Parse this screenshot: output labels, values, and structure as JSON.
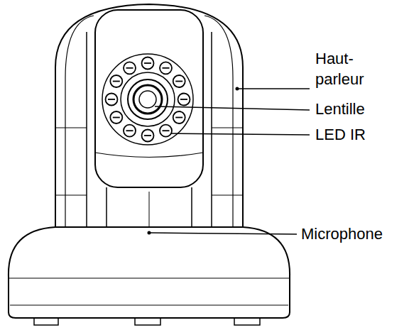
{
  "diagram": {
    "labels": [
      "Haut- parleur",
      "Lentille",
      "LED IR",
      "Microphone"
    ]
  }
}
